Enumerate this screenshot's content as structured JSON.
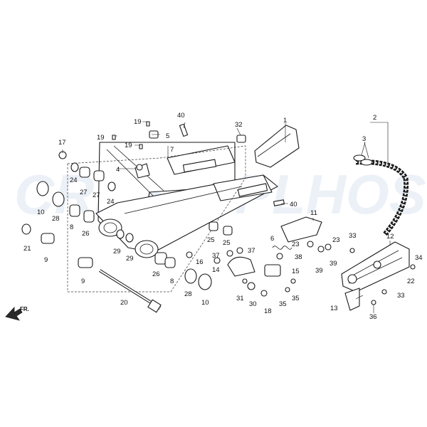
{
  "watermark": {
    "left": "CRES",
    "right": "PLHOS"
  },
  "front_indicator": "FR.",
  "callouts": [
    {
      "id": "c1",
      "text": "1"
    },
    {
      "id": "c2",
      "text": "2"
    },
    {
      "id": "c3",
      "text": "3"
    },
    {
      "id": "c4",
      "text": "4"
    },
    {
      "id": "c5",
      "text": "5"
    },
    {
      "id": "c6",
      "text": "6"
    },
    {
      "id": "c7",
      "text": "7"
    },
    {
      "id": "c8a",
      "text": "8"
    },
    {
      "id": "c8b",
      "text": "8"
    },
    {
      "id": "c9a",
      "text": "9"
    },
    {
      "id": "c9b",
      "text": "9"
    },
    {
      "id": "c10a",
      "text": "10"
    },
    {
      "id": "c10b",
      "text": "10"
    },
    {
      "id": "c11",
      "text": "11"
    },
    {
      "id": "c12",
      "text": "12"
    },
    {
      "id": "c13",
      "text": "13"
    },
    {
      "id": "c14",
      "text": "14"
    },
    {
      "id": "c15",
      "text": "15"
    },
    {
      "id": "c16",
      "text": "16"
    },
    {
      "id": "c17",
      "text": "17"
    },
    {
      "id": "c18",
      "text": "18"
    },
    {
      "id": "c19a",
      "text": "19"
    },
    {
      "id": "c19b",
      "text": "19"
    },
    {
      "id": "c19c",
      "text": "19"
    },
    {
      "id": "c20",
      "text": "20"
    },
    {
      "id": "c21",
      "text": "21"
    },
    {
      "id": "c22",
      "text": "22"
    },
    {
      "id": "c23a",
      "text": "23"
    },
    {
      "id": "c23b",
      "text": "23"
    },
    {
      "id": "c24a",
      "text": "24"
    },
    {
      "id": "c24b",
      "text": "24"
    },
    {
      "id": "c25a",
      "text": "25"
    },
    {
      "id": "c25b",
      "text": "25"
    },
    {
      "id": "c26a",
      "text": "26"
    },
    {
      "id": "c26b",
      "text": "26"
    },
    {
      "id": "c27a",
      "text": "27"
    },
    {
      "id": "c27b",
      "text": "27"
    },
    {
      "id": "c28a",
      "text": "28"
    },
    {
      "id": "c28b",
      "text": "28"
    },
    {
      "id": "c29a",
      "text": "29"
    },
    {
      "id": "c29b",
      "text": "29"
    },
    {
      "id": "c30",
      "text": "30"
    },
    {
      "id": "c31",
      "text": "31"
    },
    {
      "id": "c32",
      "text": "32"
    },
    {
      "id": "c33a",
      "text": "33"
    },
    {
      "id": "c33b",
      "text": "33"
    },
    {
      "id": "c34",
      "text": "34"
    },
    {
      "id": "c35a",
      "text": "35"
    },
    {
      "id": "c35b",
      "text": "35"
    },
    {
      "id": "c36",
      "text": "36"
    },
    {
      "id": "c37a",
      "text": "37"
    },
    {
      "id": "c37b",
      "text": "37"
    },
    {
      "id": "c38",
      "text": "38"
    },
    {
      "id": "c39a",
      "text": "39"
    },
    {
      "id": "c39b",
      "text": "39"
    },
    {
      "id": "c40a",
      "text": "40"
    },
    {
      "id": "c40b",
      "text": "40"
    }
  ]
}
